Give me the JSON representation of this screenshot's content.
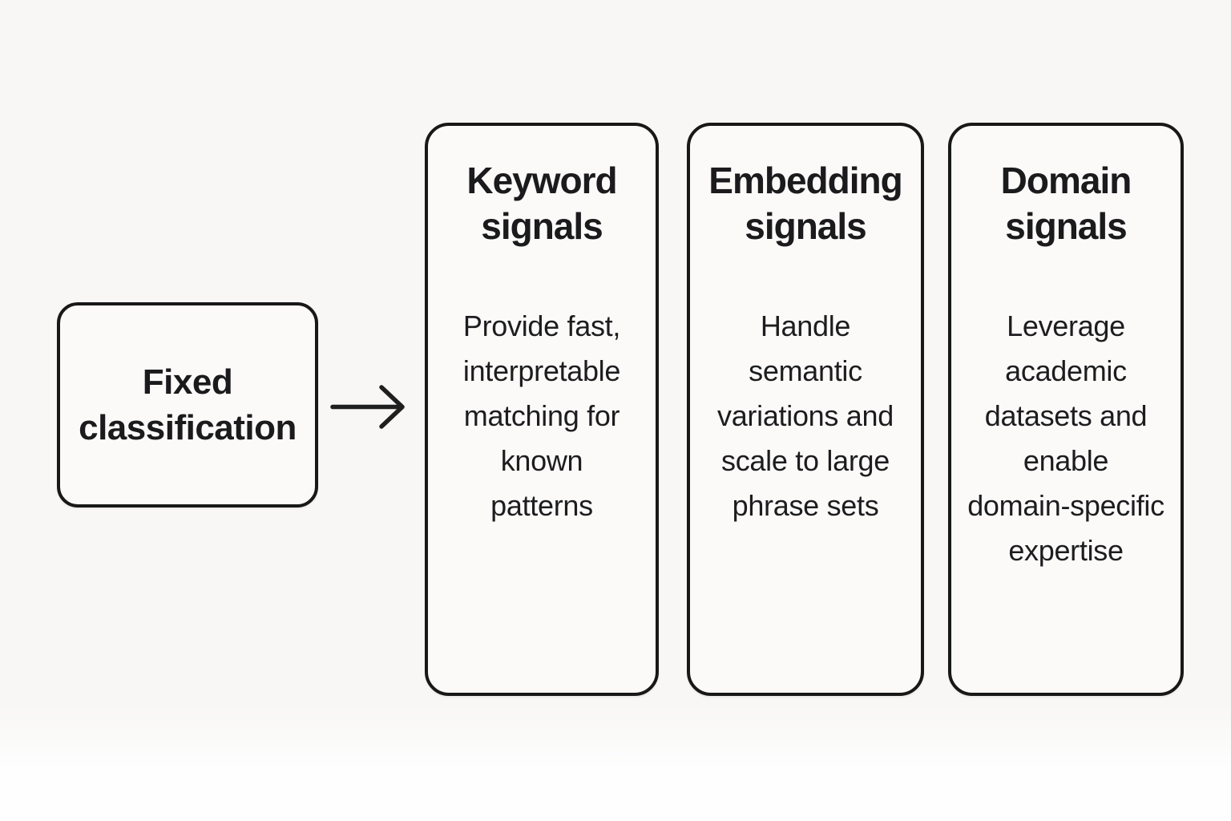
{
  "colors": {
    "background": "#f8f7f6",
    "border": "#181818",
    "text": "#1d1d1f"
  },
  "diagram": {
    "source": {
      "label": "Fixed\nclassification"
    },
    "arrow_icon": "right-arrow",
    "columns": [
      {
        "title": "Keyword\nsignals",
        "description": "Provide fast,\ninterpretable\nmatching for\nknown\npatterns"
      },
      {
        "title": "Embedding\nsignals",
        "description": "Handle\nsemantic\nvariations and\nscale to large\nphrase sets"
      },
      {
        "title": "Domain\nsignals",
        "description": "Leverage\nacademic\ndatasets and\nenable\ndomain-specific\nexpertise"
      }
    ]
  }
}
